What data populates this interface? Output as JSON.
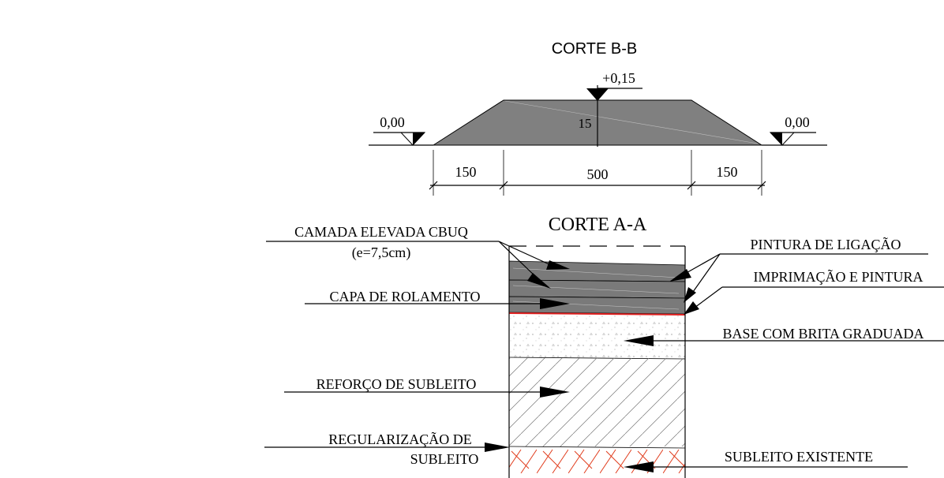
{
  "section_bb": {
    "title": "CORTE B-B",
    "elevation_top": "+0,15",
    "elevation_left": "0,00",
    "elevation_right": "0,00",
    "height_label": "15",
    "dim_left": "150",
    "dim_center": "500",
    "dim_right": "150",
    "fill_color": "#808080"
  },
  "section_aa": {
    "title": "CORTE A-A",
    "labels": {
      "camada_elevada": "CAMADA ELEVADA CBUQ",
      "camada_espessura": "(e=7,5cm)",
      "capa_rolamento": "CAPA DE ROLAMENTO",
      "reforco": "REFORÇO DE SUBLEITO",
      "regularizacao_1": "REGULARIZAÇÃO DE",
      "regularizacao_2": "SUBLEITO",
      "pintura_ligacao": "PINTURA DE LIGAÇÃO",
      "imprimacao": "IMPRIMAÇÃO E PINTURA",
      "base_brita": "BASE COM BRITA GRADUADA",
      "subleito_existente": "SUBLEITO EXISTENTE"
    },
    "colors": {
      "asphalt": "#7a7a7a",
      "imprimacao_line": "#e02020",
      "subleito_hatch": "#e03a1a"
    }
  }
}
